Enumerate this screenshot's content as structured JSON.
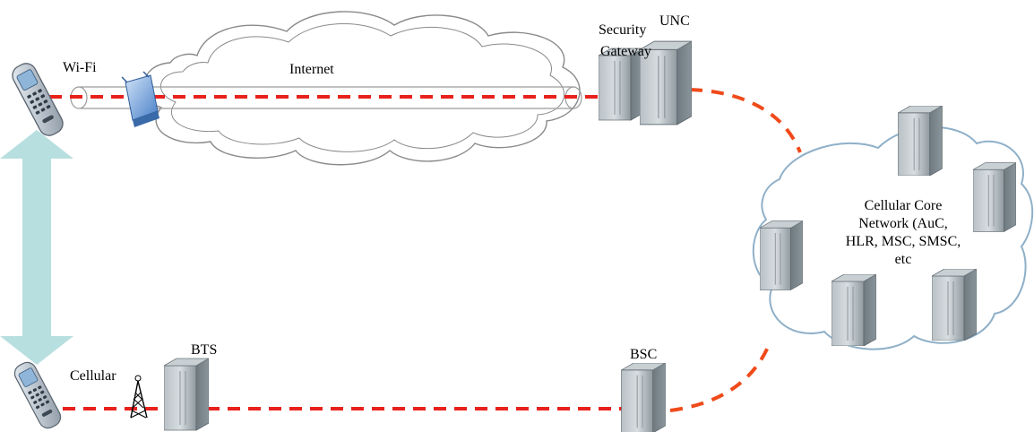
{
  "labels": {
    "wifi": "Wi-Fi",
    "internet": "Internet",
    "security_gateway_line1": "Security",
    "security_gateway_line2": "Gateway",
    "unc": "UNC",
    "core_line1": "Cellular Core",
    "core_line2": "Network (AuC,",
    "core_line3": "HLR, MSC, SMSC,",
    "core_line4": "etc",
    "cellular": "Cellular",
    "bts": "BTS",
    "bsc": "BSC"
  },
  "icons": {
    "phone": "mobile-phone-icon",
    "access_point": "wifi-access-point-icon",
    "server": "server-tower-icon",
    "antenna": "cell-antenna-icon",
    "handover": "double-arrow-icon"
  },
  "colors": {
    "signal_path": "#e8211c",
    "core_link": "#f04a1a",
    "handover_arrow": "#b8dfe0",
    "server_body": "#9aa4ab",
    "cloud_outline": "#8a8a8a",
    "core_cloud_outline": "#8fb0c8"
  }
}
